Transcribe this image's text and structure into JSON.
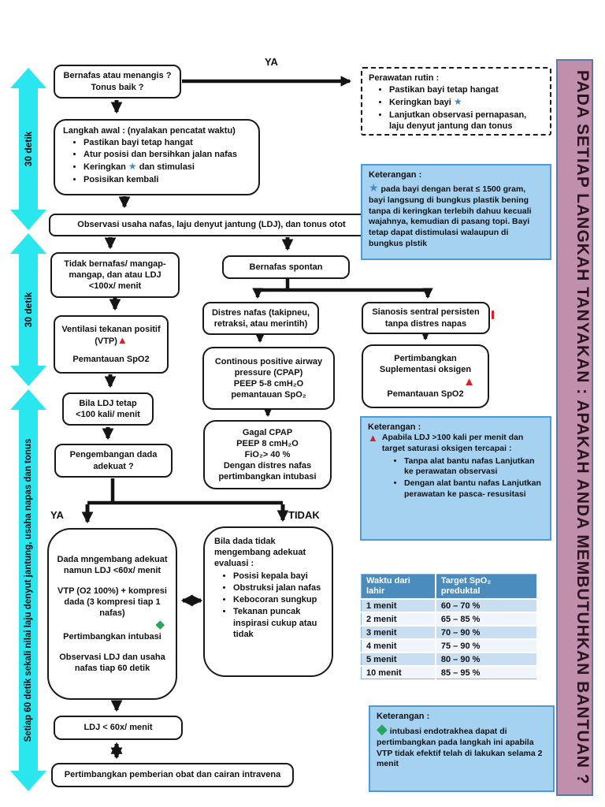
{
  "icons": {
    "star": "★",
    "red_triangle": "▲",
    "green_diamond": "◆"
  },
  "colors": {
    "cyan_arrow": "#29E6EF",
    "banner_bg": "#BF8FAC",
    "note_bg": "#A6D2F2",
    "note_border": "#4D9BD6",
    "table_header_bg": "#4A8CBE",
    "table_row_alt": "#C9DEF0",
    "triangle_red": "#E01B24",
    "diamond_green": "#27A45E",
    "star_blue": "#4B86C6"
  },
  "banner": {
    "text": "PADA SETIAP LANGKAH TANYAKAN : APAKAH ANDA MEMBUTUHKAN BANTUAN ?"
  },
  "timeline": {
    "arrow_30s_1": "30 detik",
    "arrow_30s_2": "30 detik",
    "arrow_60s": "Setiap 60 detik sekali nilai laju denyut jantung, usaha napas dan tonus"
  },
  "branch_labels": {
    "ya_top": "YA",
    "ya": "YA",
    "tidak": "TIDAK"
  },
  "flow": {
    "bernafas": "Bernafas atau menangis ? Tonus baik ?",
    "perawatan_rutin": {
      "title": "Perawatan rutin :",
      "item1": "Pastikan bayi tetap hangat",
      "item2": "Keringkan bayi",
      "item3": "Lanjutkan observasi pernapasan, laju denyut jantung dan tonus"
    },
    "langkah_awal": {
      "title": "Langkah awal : (nyalakan pencatat waktu)",
      "item1": "Pastikan bayi tetap hangat",
      "item2": "Atur posisi dan bersihkan jalan nafas",
      "item3_pre": "Keringkan",
      "item3_post": "dan stimulasi",
      "item4": "Posisikan kembali"
    },
    "observasi": "Observasi usaha nafas, laju denyut jantung (LDJ), dan tonus otot",
    "tidak_bernafas": "Tidak bernafas/ mangap-mangap, dan atau LDJ <100x/ menit",
    "bernafas_spontan": "Bernafas spontan",
    "vtp": {
      "line1": "Ventilasi tekanan positif (VTP)",
      "line2": "Pemantauan SpO2"
    },
    "distres": "Distres nafas (takipneu, retraksi, atau merintih)",
    "sianosis": "Sianosis sentral persisten tanpa distres napas",
    "cpap": {
      "line1": "Continous positive airway pressure (CPAP)",
      "line2": "PEEP 5-8 cmH₂O",
      "line3": "pemantauan SpO₂"
    },
    "suplementasi": {
      "line1": "Pertimbangkan",
      "line2": "Suplementasi oksigen",
      "line3": "Pemantauan SpO2"
    },
    "bila_ldj": "Bila LDJ tetap <100 kali/ menit",
    "pengembangan": "Pengembangan dada adekuat ?",
    "gagal_cpap": {
      "line1": "Gagal CPAP",
      "line2": "PEEP 8 cmH₂O",
      "line3": "FiO₂> 40 %",
      "line4": "Dengan distres nafas",
      "line5": "pertimbangkan intubasi"
    },
    "dada_adekuat": {
      "p1": "Dada mngembang adekuat namun LDJ <60x/ menit",
      "p2": "VTP (O2 100%) + kompresi dada (3 kompresi tiap 1 nafas)",
      "p3": "Pertimbangkan intubasi",
      "p4": "Observasi LDJ dan usaha nafas tiap 60 detik"
    },
    "dada_tidak": {
      "title": "Bila dada tidak mengembang adekuat evaluasi :",
      "item1": "Posisi kepala bayi",
      "item2": "Obstruksi jalan nafas",
      "item3": "Kebocoran sungkup",
      "item4": "Tekanan puncak inspirasi cukup atau tidak"
    },
    "ldj60": "LDJ < 60x/ menit",
    "obat": "Pertimbangkan pemberian obat dan cairan intravena"
  },
  "notes": {
    "note1": {
      "title": "Keterangan :",
      "body": "pada bayi dengan berat ≤ 1500 gram, bayi langsung di bungkus plastik bening tanpa di keringkan terlebih dahuu kecuali wajahnya, kemudian di pasang topi. Bayi tetap dapat distimulasi walaupun di bungkus plstik"
    },
    "note2": {
      "title": "Keterangan :",
      "lead": "Apabila LDJ >100 kali per menit dan target saturasi oksigen tercapai :",
      "item1": "Tanpa alat bantu nafas Lanjutkan ke perawatan observasi",
      "item2": "Dengan alat bantu nafas Lanjutkan perawatan ke pasca- resusitasi"
    },
    "note3": {
      "title": "Keterangan :",
      "body": "intubasi endotrakhea dapat di pertimbangkan pada langkah ini apabila VTP tidak efektif telah di lakukan selama 2 menit"
    }
  },
  "spo2_table": {
    "col1": "Waktu dari lahir",
    "col2": "Target SpO₂ preduktal",
    "rows": [
      {
        "time": "1 menit",
        "target": "60 – 70 %"
      },
      {
        "time": "2 menit",
        "target": "65 – 85 %"
      },
      {
        "time": "3 menit",
        "target": "70 – 90 %"
      },
      {
        "time": "4 menit",
        "target": "75 – 90 %"
      },
      {
        "time": "5 menit",
        "target": "80 – 90 %"
      },
      {
        "time": "10 menit",
        "target": "85 – 95 %"
      }
    ]
  }
}
